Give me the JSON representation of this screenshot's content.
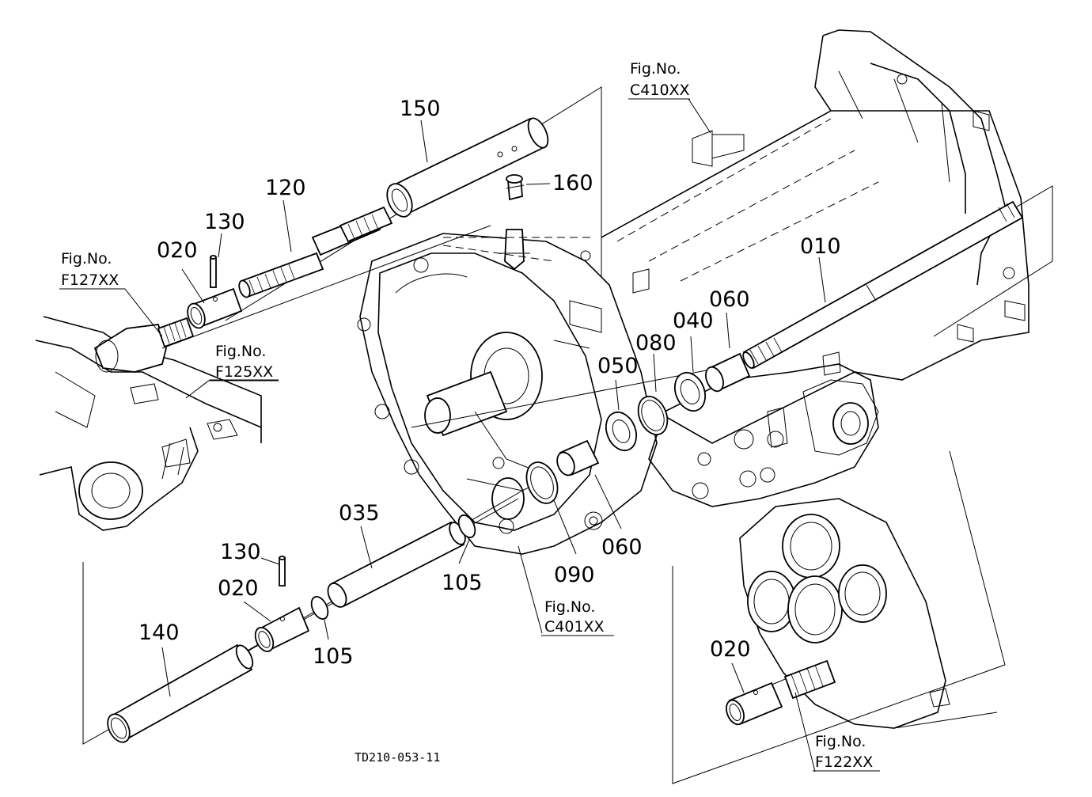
{
  "diagram": {
    "drawing_code": "TD210-053-11",
    "part_labels": [
      {
        "id": "p150",
        "text": "150"
      },
      {
        "id": "p160",
        "text": "160"
      },
      {
        "id": "p120",
        "text": "120"
      },
      {
        "id": "p130a",
        "text": "130"
      },
      {
        "id": "p020a",
        "text": "020"
      },
      {
        "id": "p010",
        "text": "010"
      },
      {
        "id": "p060a",
        "text": "060"
      },
      {
        "id": "p040",
        "text": "040"
      },
      {
        "id": "p080",
        "text": "080"
      },
      {
        "id": "p050",
        "text": "050"
      },
      {
        "id": "p035",
        "text": "035"
      },
      {
        "id": "p105a",
        "text": "105"
      },
      {
        "id": "p090",
        "text": "090"
      },
      {
        "id": "p060b",
        "text": "060"
      },
      {
        "id": "p130b",
        "text": "130"
      },
      {
        "id": "p020b",
        "text": "020"
      },
      {
        "id": "p105b",
        "text": "105"
      },
      {
        "id": "p140",
        "text": "140"
      },
      {
        "id": "p020c",
        "text": "020"
      }
    ],
    "figure_refs": [
      {
        "id": "C410",
        "label": "Fig.No.",
        "code": "C410XX"
      },
      {
        "id": "F127",
        "label": "Fig.No.",
        "code": "F127XX"
      },
      {
        "id": "F125",
        "label": "Fig.No.",
        "code": "F125XX"
      },
      {
        "id": "C401",
        "label": "Fig.No.",
        "code": "C401XX"
      },
      {
        "id": "F122",
        "label": "Fig.No.",
        "code": "F122XX"
      }
    ]
  }
}
